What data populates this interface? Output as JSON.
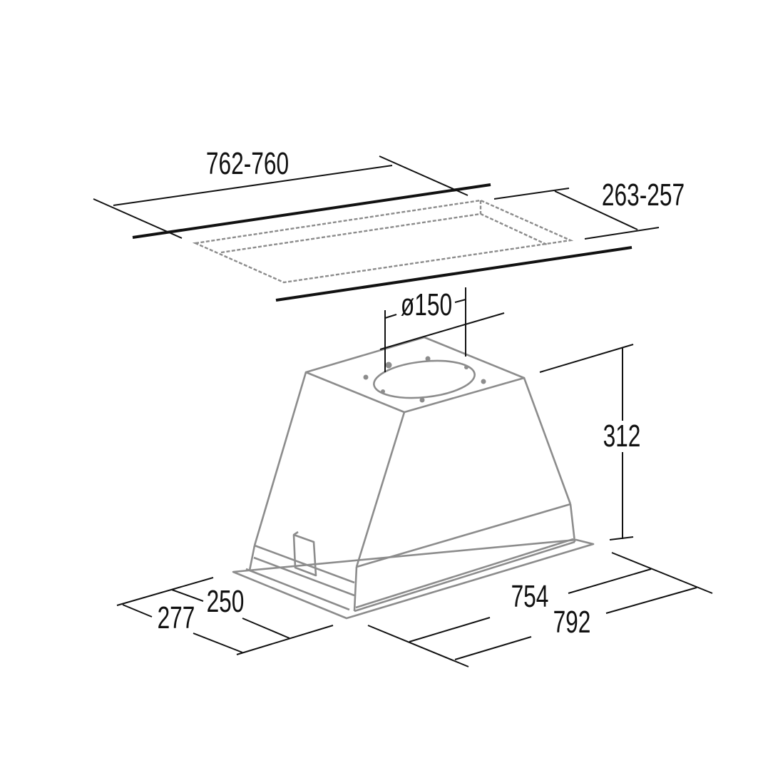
{
  "dimensions": {
    "cutout_width": "762-760",
    "cutout_depth": "263-257",
    "duct_diameter": "ø150",
    "height": "312",
    "body_width": "754",
    "flange_width": "792",
    "body_depth": "250",
    "flange_depth": "277"
  },
  "colors": {
    "dimension_lines": "#111111",
    "product_outline": "#8c8c8c"
  }
}
